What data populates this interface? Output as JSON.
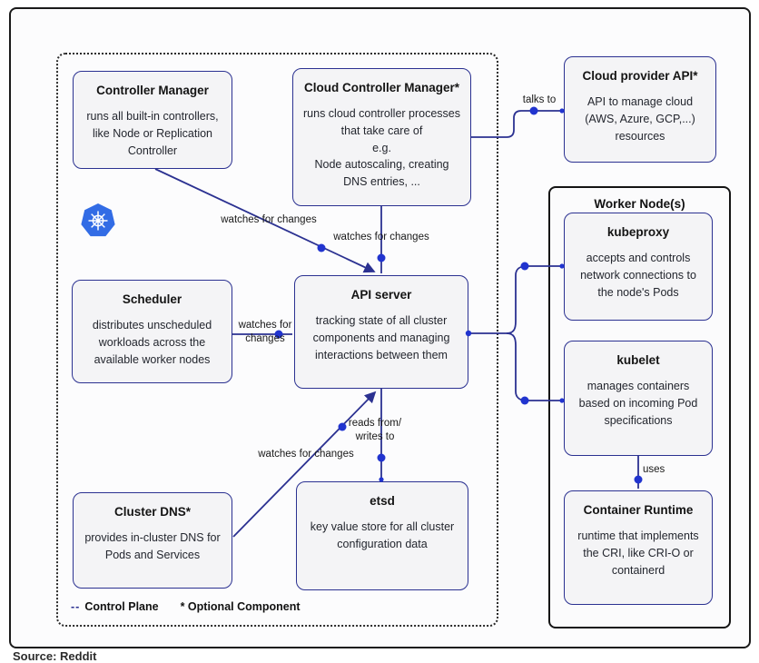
{
  "page": {
    "source_caption": "Source: Reddit"
  },
  "diagram": {
    "legend": {
      "control_plane_dash": "--",
      "control_plane_label": "Control Plane",
      "optional_label": "* Optional Component"
    },
    "boxes": {
      "controller_manager": {
        "title": "Controller Manager",
        "body": "runs all built-in controllers, like Node or Replication Controller"
      },
      "cloud_controller_manager": {
        "title": "Cloud Controller Manager*",
        "body": "runs cloud controller processes that take care of\ne.g.\nNode autoscaling, creating DNS entries, ..."
      },
      "cloud_provider_api": {
        "title": "Cloud provider API*",
        "body": "API to manage cloud (AWS, Azure, GCP,...) resources"
      },
      "scheduler": {
        "title": "Scheduler",
        "body": "distributes unscheduled workloads across the available worker nodes"
      },
      "api_server": {
        "title": "API server",
        "body": "tracking state of all cluster components and managing interactions between them"
      },
      "cluster_dns": {
        "title": "Cluster DNS*",
        "body": "provides in-cluster DNS for Pods and Services"
      },
      "etsd": {
        "title": "etsd",
        "body": "key value store for all cluster configuration data"
      },
      "worker_node": {
        "title": "Worker Node(s)"
      },
      "kubeproxy": {
        "title": "kubeproxy",
        "body": "accepts and controls network connections to the node's Pods"
      },
      "kubelet": {
        "title": "kubelet",
        "body": "manages containers based on incoming Pod specifications"
      },
      "container_runtime": {
        "title": "Container Runtime",
        "body": "runtime that implements the CRI, like CRI-O or containerd"
      }
    },
    "edge_labels": {
      "talks_to": "talks to",
      "watches_controller_manager": "watches for changes",
      "watches_cloud_controller_manager": "watches for changes",
      "watches_scheduler": "watches for\nchanges",
      "reads_writes": "reads from/\nwrites to",
      "watches_cluster_dns": "watches for changes",
      "uses": "uses"
    },
    "colors": {
      "line": "#2b3191",
      "dot": "#2134cf",
      "box_border": "#2b3191",
      "box_fill": "#f4f4f6",
      "outer_border": "#1a1a1a",
      "k8s_blue": "#326ce5"
    }
  }
}
